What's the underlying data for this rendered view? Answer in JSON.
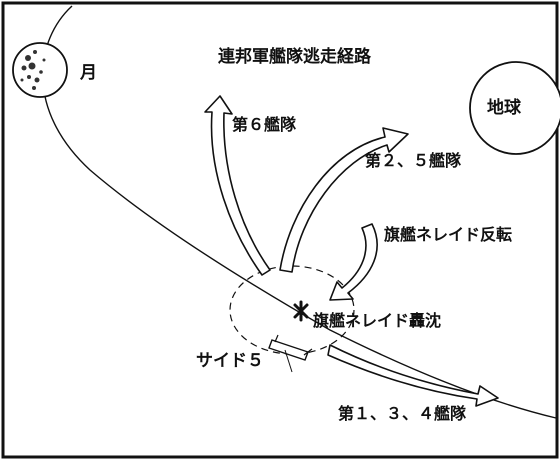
{
  "title": "連邦軍艦隊逃走経路",
  "labels": {
    "moon": "月",
    "earth": "地球",
    "fleet_6": "第６艦隊",
    "fleet_2_5": "第２、５艦隊",
    "flagship_turn": "旗艦ネレイド反転",
    "flagship_sunk": "旗艦ネレイド轟沈",
    "side5": "サイド５",
    "fleet_1_3_4": "第１、３、４艦隊"
  },
  "colors": {
    "ink": "#111111",
    "paper": "#ffffff"
  }
}
